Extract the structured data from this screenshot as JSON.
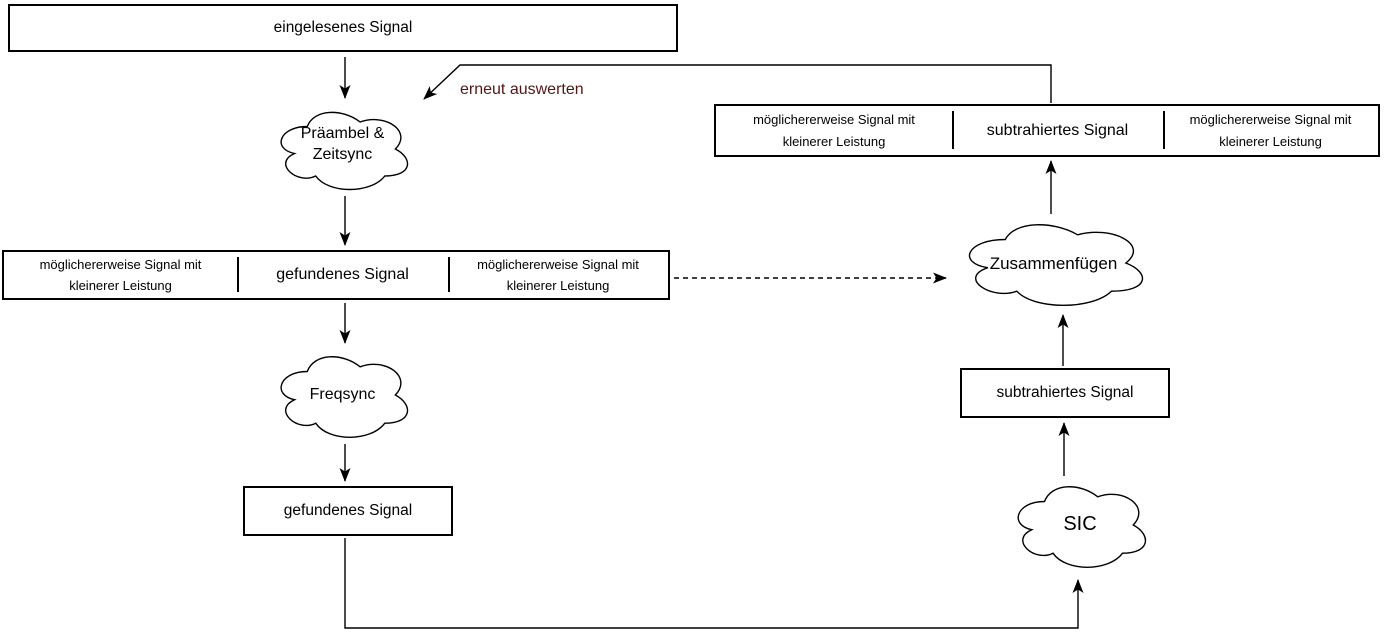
{
  "nodes": {
    "input_signal": "eingelesenes Signal",
    "preamble_cloud": {
      "line1": "Präambel &",
      "line2": "Zeitsync"
    },
    "found_bar": {
      "left_line1": "möglichererweise Signal mit",
      "left_line2": "kleinerer Leistung",
      "center": "gefundenes Signal",
      "right_line1": "möglichererweise Signal mit",
      "right_line2": "kleinerer Leistung"
    },
    "freqsync_cloud": "Freqsync",
    "found_box": "gefundenes Signal",
    "sic_cloud": "SIC",
    "subtracted_box": "subtrahiertes Signal",
    "merge_cloud": "Zusammenfügen",
    "output_bar": {
      "left_line1": "möglichererweise Signal mit",
      "left_line2": "kleinerer Leistung",
      "center": "subtrahiertes Signal",
      "right_line1": "möglichererweise Signal mit",
      "right_line2": "kleinerer Leistung"
    }
  },
  "labels": {
    "reevaluate": "erneut auswerten"
  },
  "colors": {
    "stroke": "#000000",
    "reevaluate_text": "#521714",
    "background": "#ffffff"
  }
}
